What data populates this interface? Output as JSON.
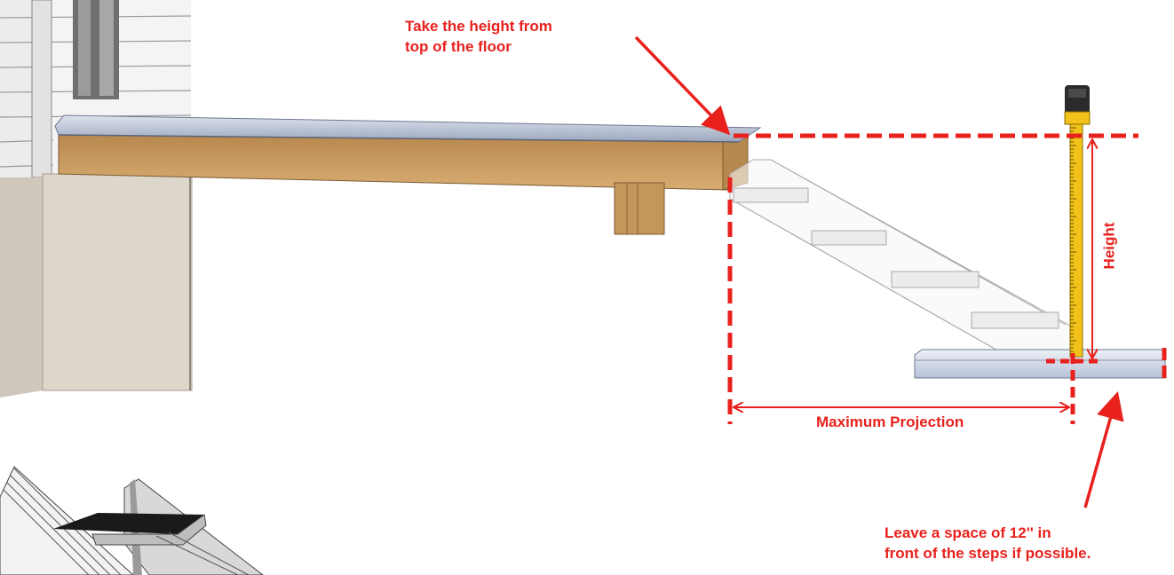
{
  "annotations": {
    "top_note": [
      "Take the height from",
      "top of the floor"
    ],
    "height_label": "Height",
    "projection_label": "Maximum Projection",
    "space_note": [
      "Leave a space of 12'' in",
      "front of the steps if possible."
    ]
  },
  "colors": {
    "annotation": "#e8211d",
    "deck_wood": "#c89a5e",
    "deck_top": "#b9c2d4",
    "foundation": "#d9d2c6",
    "siding": "#f2f2f2",
    "tape_yellow": "#f2c21a"
  },
  "icons": [
    "tape-measure-icon",
    "house-siding-illustration",
    "stair-thumbnail-illustration"
  ]
}
